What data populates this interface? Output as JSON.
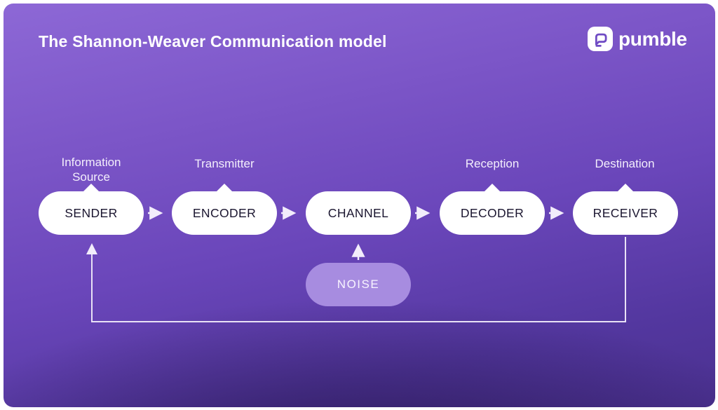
{
  "header": {
    "title": "The Shannon-Weaver Communication model"
  },
  "logo": {
    "text": "pumble",
    "icon": "speech-bubble-icon"
  },
  "diagram": {
    "nodes": [
      {
        "id": "sender",
        "label": "SENDER",
        "annotation": "Information Source"
      },
      {
        "id": "encoder",
        "label": "ENCODER",
        "annotation": "Transmitter"
      },
      {
        "id": "channel",
        "label": "CHANNEL",
        "annotation": ""
      },
      {
        "id": "decoder",
        "label": "DECODER",
        "annotation": "Reception"
      },
      {
        "id": "receiver",
        "label": "RECEIVER",
        "annotation": "Destination"
      }
    ],
    "noise": {
      "label": "NOISE"
    },
    "connections": [
      "SENDER -> ENCODER",
      "ENCODER -> CHANNEL",
      "CHANNEL -> DECODER",
      "DECODER -> RECEIVER",
      "NOISE -> CHANNEL",
      "RECEIVER -> SENDER (feedback loop)"
    ],
    "colors": {
      "background_top": "#8a64d3",
      "background_mid": "#6b46bb",
      "background_bottom_center": "#2c1b4e",
      "background_bottom_corners": "#4b3190",
      "node_fill": "#ffffff",
      "node_text": "#1b1630",
      "noise_fill": "#a78ce0",
      "noise_text": "#f8f4ff",
      "connector": "#f2edfb",
      "annotation_text": "#f3eefc",
      "title_text": "#ffffff"
    }
  }
}
